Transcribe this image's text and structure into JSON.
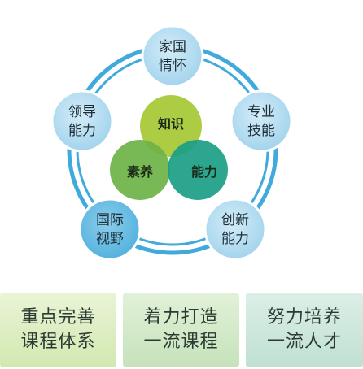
{
  "diagram": {
    "outer_nodes": [
      {
        "line1": "家国",
        "line2": "情怀"
      },
      {
        "line1": "专业",
        "line2": "技能"
      },
      {
        "line1": "创新",
        "line2": "能力"
      },
      {
        "line1": "国际",
        "line2": "视野"
      },
      {
        "line1": "领导",
        "line2": "能力"
      }
    ],
    "center_circles": {
      "top": "知识",
      "left": "素养",
      "right": "能力"
    },
    "colors": {
      "ring": "#41aadc",
      "node_light": "#a9d8ef",
      "node_dark": "#5fb8e2",
      "circle_top": "#a8c93a",
      "circle_left": "#6db347",
      "circle_right": "#1a9e86"
    }
  },
  "cards": [
    {
      "line1": "重点完善",
      "line2": "课程体系"
    },
    {
      "line1": "着力打造",
      "line2": "一流课程"
    },
    {
      "line1": "努力培养",
      "line2": "一流人才"
    }
  ]
}
